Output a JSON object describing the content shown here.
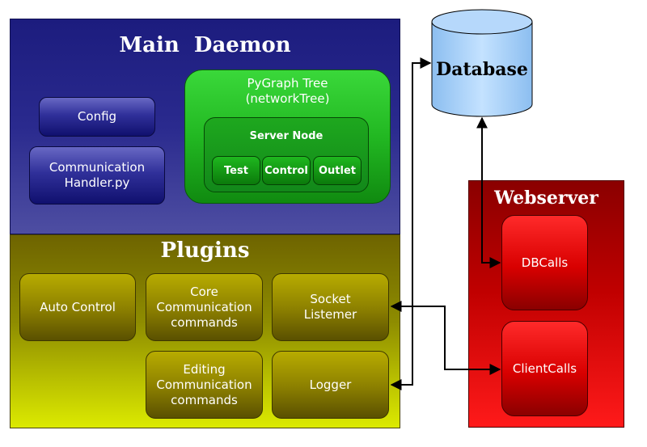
{
  "main_daemon": {
    "title": "Main  Daemon",
    "config_label": "Config",
    "comm_handler_line1": "Communication",
    "comm_handler_line2": "Handler.py",
    "pygraph_line1": "PyGraph Tree",
    "pygraph_line2": "(networkTree)",
    "server_node": "Server Node",
    "node_children": [
      "Test",
      "Control",
      "Outlet"
    ]
  },
  "plugins": {
    "title": "Plugins",
    "auto_control": "Auto Control",
    "core_comm": [
      "Core",
      "Communication",
      "commands"
    ],
    "socket_listener": [
      "Socket",
      "Listemer"
    ],
    "editing_comm": [
      "Editing",
      "Communication",
      "commands"
    ],
    "logger": "Logger"
  },
  "database": {
    "label": "Database"
  },
  "webserver": {
    "title": "Webserver",
    "dbcalls": "DBCalls",
    "clientcalls": "ClientCalls"
  },
  "colors": {
    "daemon_blue": "#2a2a8e",
    "pygraph_green": "#22b822",
    "plugins_olive": "#8e8c00",
    "webserver_red": "#c00000",
    "database_blue": "#a8d0ff"
  }
}
